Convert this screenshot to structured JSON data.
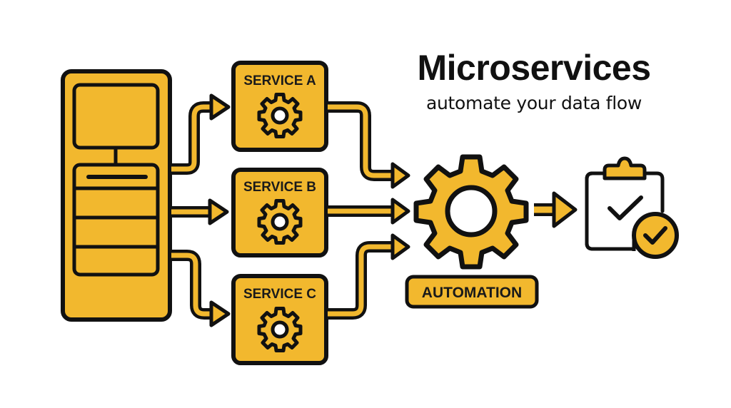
{
  "title": "Microservices",
  "subtitle": "automate your data flow",
  "colors": {
    "accent": "#F2B82E",
    "outline": "#111111",
    "background": "#FFFFFF"
  },
  "source": {
    "icon": "server-monitor-icon",
    "label": ""
  },
  "services": [
    {
      "label": "SERVICE A",
      "icon": "gear-icon"
    },
    {
      "label": "SERVICE B",
      "icon": "gear-icon"
    },
    {
      "label": "SERVICE C",
      "icon": "gear-icon"
    }
  ],
  "automation": {
    "label": "AUTOMATION",
    "icon": "gear-icon"
  },
  "result": {
    "icon": "clipboard-check-icon",
    "badge_icon": "check-circle-icon"
  }
}
